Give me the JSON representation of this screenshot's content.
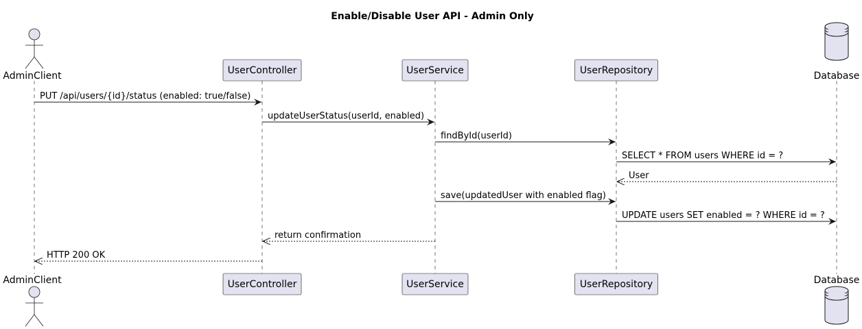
{
  "diagram": {
    "title": "Enable/Disable User API - Admin Only",
    "participants": [
      {
        "id": "admin",
        "label": "AdminClient",
        "kind": "actor"
      },
      {
        "id": "controller",
        "label": "UserController",
        "kind": "participant"
      },
      {
        "id": "service",
        "label": "UserService",
        "kind": "participant"
      },
      {
        "id": "repository",
        "label": "UserRepository",
        "kind": "participant"
      },
      {
        "id": "database",
        "label": "Database",
        "kind": "database"
      }
    ],
    "messages": [
      {
        "from": "admin",
        "to": "controller",
        "label": "PUT /api/users/{id}/status (enabled: true/false)",
        "type": "call"
      },
      {
        "from": "controller",
        "to": "service",
        "label": "updateUserStatus(userId, enabled)",
        "type": "call"
      },
      {
        "from": "service",
        "to": "repository",
        "label": "findById(userId)",
        "type": "call"
      },
      {
        "from": "repository",
        "to": "database",
        "label": "SELECT * FROM users WHERE id = ?",
        "type": "call"
      },
      {
        "from": "database",
        "to": "repository",
        "label": "User",
        "type": "reply"
      },
      {
        "from": "service",
        "to": "repository",
        "label": "save(updatedUser with enabled flag)",
        "type": "call"
      },
      {
        "from": "repository",
        "to": "database",
        "label": "UPDATE users SET enabled = ? WHERE id = ?",
        "type": "call"
      },
      {
        "from": "service",
        "to": "controller",
        "label": "return confirmation",
        "type": "reply"
      },
      {
        "from": "controller",
        "to": "admin",
        "label": "HTTP 200 OK",
        "type": "reply"
      }
    ]
  }
}
